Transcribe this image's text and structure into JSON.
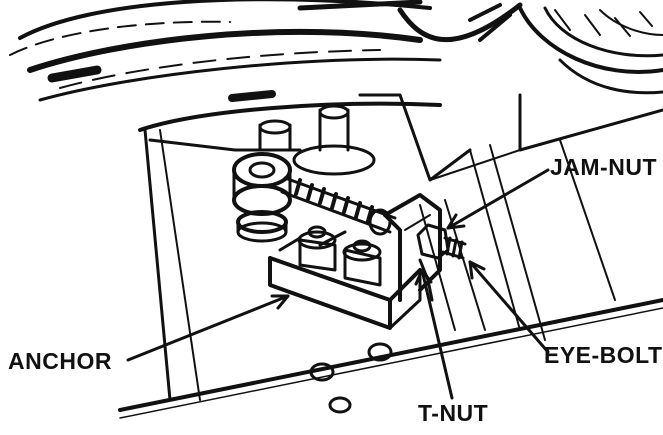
{
  "labels": {
    "jam_nut": "JAM-NUT",
    "anchor": "ANCHOR",
    "eye_bolt": "EYE-BOLT",
    "t_nut": "T-NUT"
  },
  "colors": {
    "ink": "#111111",
    "paper": "#ffffff"
  }
}
